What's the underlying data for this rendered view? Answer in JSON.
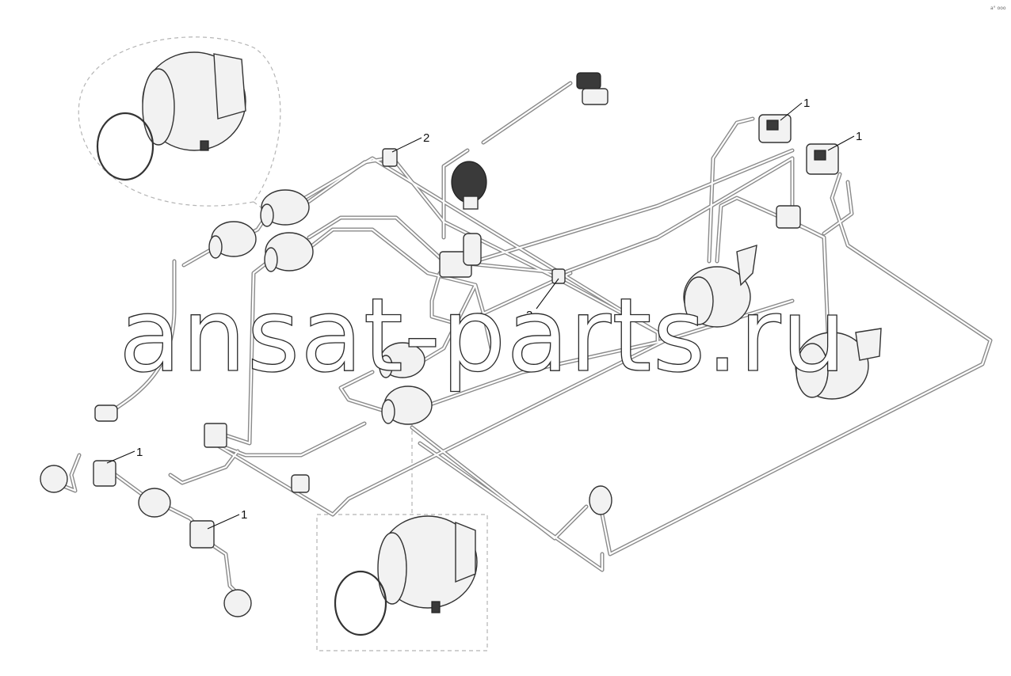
{
  "watermark": "ansat-parts.ru",
  "corner_mark": "a° ooo",
  "callouts": {
    "c1_top_a": "1",
    "c1_top_b": "1",
    "c2": "2",
    "c3": "3",
    "c1_left_a": "1",
    "c1_left_b": "1"
  }
}
